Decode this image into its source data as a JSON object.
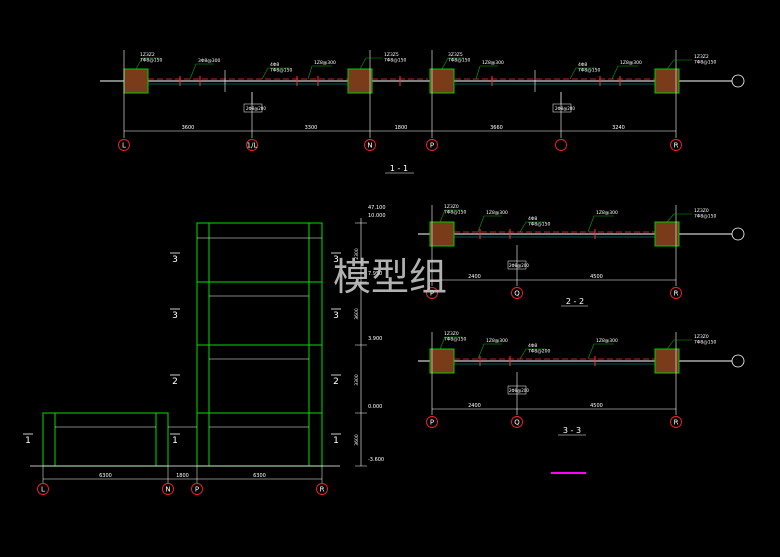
{
  "colors": {
    "background": "#000000",
    "beam_line": "#ffffff",
    "column_outline": "#00cc00",
    "column_fill": "#7a3b1a",
    "rebar_red": "#ff3030",
    "dimension_text": "#ffffff",
    "frame_green": "#00dd00",
    "axis_circle": "#ff2020",
    "tag_line": "#00aa00",
    "accent_magenta": "#ff00ff"
  },
  "watermark": "模型组",
  "section_1": {
    "title": "1 - 1",
    "dims": [
      "3600",
      "3300",
      "1800",
      "3660",
      "3240"
    ],
    "axes": [
      "L",
      "1/L",
      "N",
      "P",
      "",
      "R"
    ],
    "tags": [
      "1Z3Z2\n7Φ8@150",
      "3Φ8@300",
      "4Φ8\n7Φ8@150",
      "1Z8@300",
      "1Z3Z5\n7Φ8@150",
      "3Z3Z5\n7Φ8@150",
      "1Z8@300",
      "4Φ8\n7Φ8@150",
      "1Z8@300",
      "1Z3Z2\n7Φ8@150"
    ],
    "small_tags": [
      "2Φ8@200",
      "2Φ8@200"
    ]
  },
  "section_2": {
    "title": "2 - 2",
    "dims": [
      "2400",
      "4500"
    ],
    "axes": [
      "P",
      "Q",
      "R"
    ],
    "tags": [
      "1Z3Z0\n7Φ8@150",
      "1Z8@300",
      "4Φ8\n7Φ8@150",
      "1Z8@300",
      "1Z3Z0\n7Φ8@150"
    ],
    "small_tags": [
      "2Φ8@200"
    ]
  },
  "section_3": {
    "title": "3 - 3",
    "dims": [
      "2400",
      "4500"
    ],
    "axes": [
      "P",
      "Q",
      "R"
    ],
    "tags": [
      "1Z3Z0\n7Φ8@150",
      "1Z8@300",
      "4Φ8\n7Φ8@200",
      "1Z8@300",
      "1Z3Z0\n7Φ8@150"
    ],
    "small_tags": [
      "2Φ8@200"
    ]
  },
  "elevation": {
    "levels": [
      "47.100",
      "10.000",
      "7.950",
      "3.900",
      "0.000",
      "-3.600"
    ],
    "level_dims": [
      "2300",
      "3600",
      "3300",
      "3600"
    ],
    "section_marks_left": [
      "3",
      "3",
      "2",
      "1"
    ],
    "section_marks_right": [
      "3",
      "3",
      "2",
      "1"
    ],
    "bottom_dims": [
      "6300",
      "1800",
      "6300"
    ],
    "axes": [
      "L",
      "N",
      "P",
      "R"
    ]
  }
}
